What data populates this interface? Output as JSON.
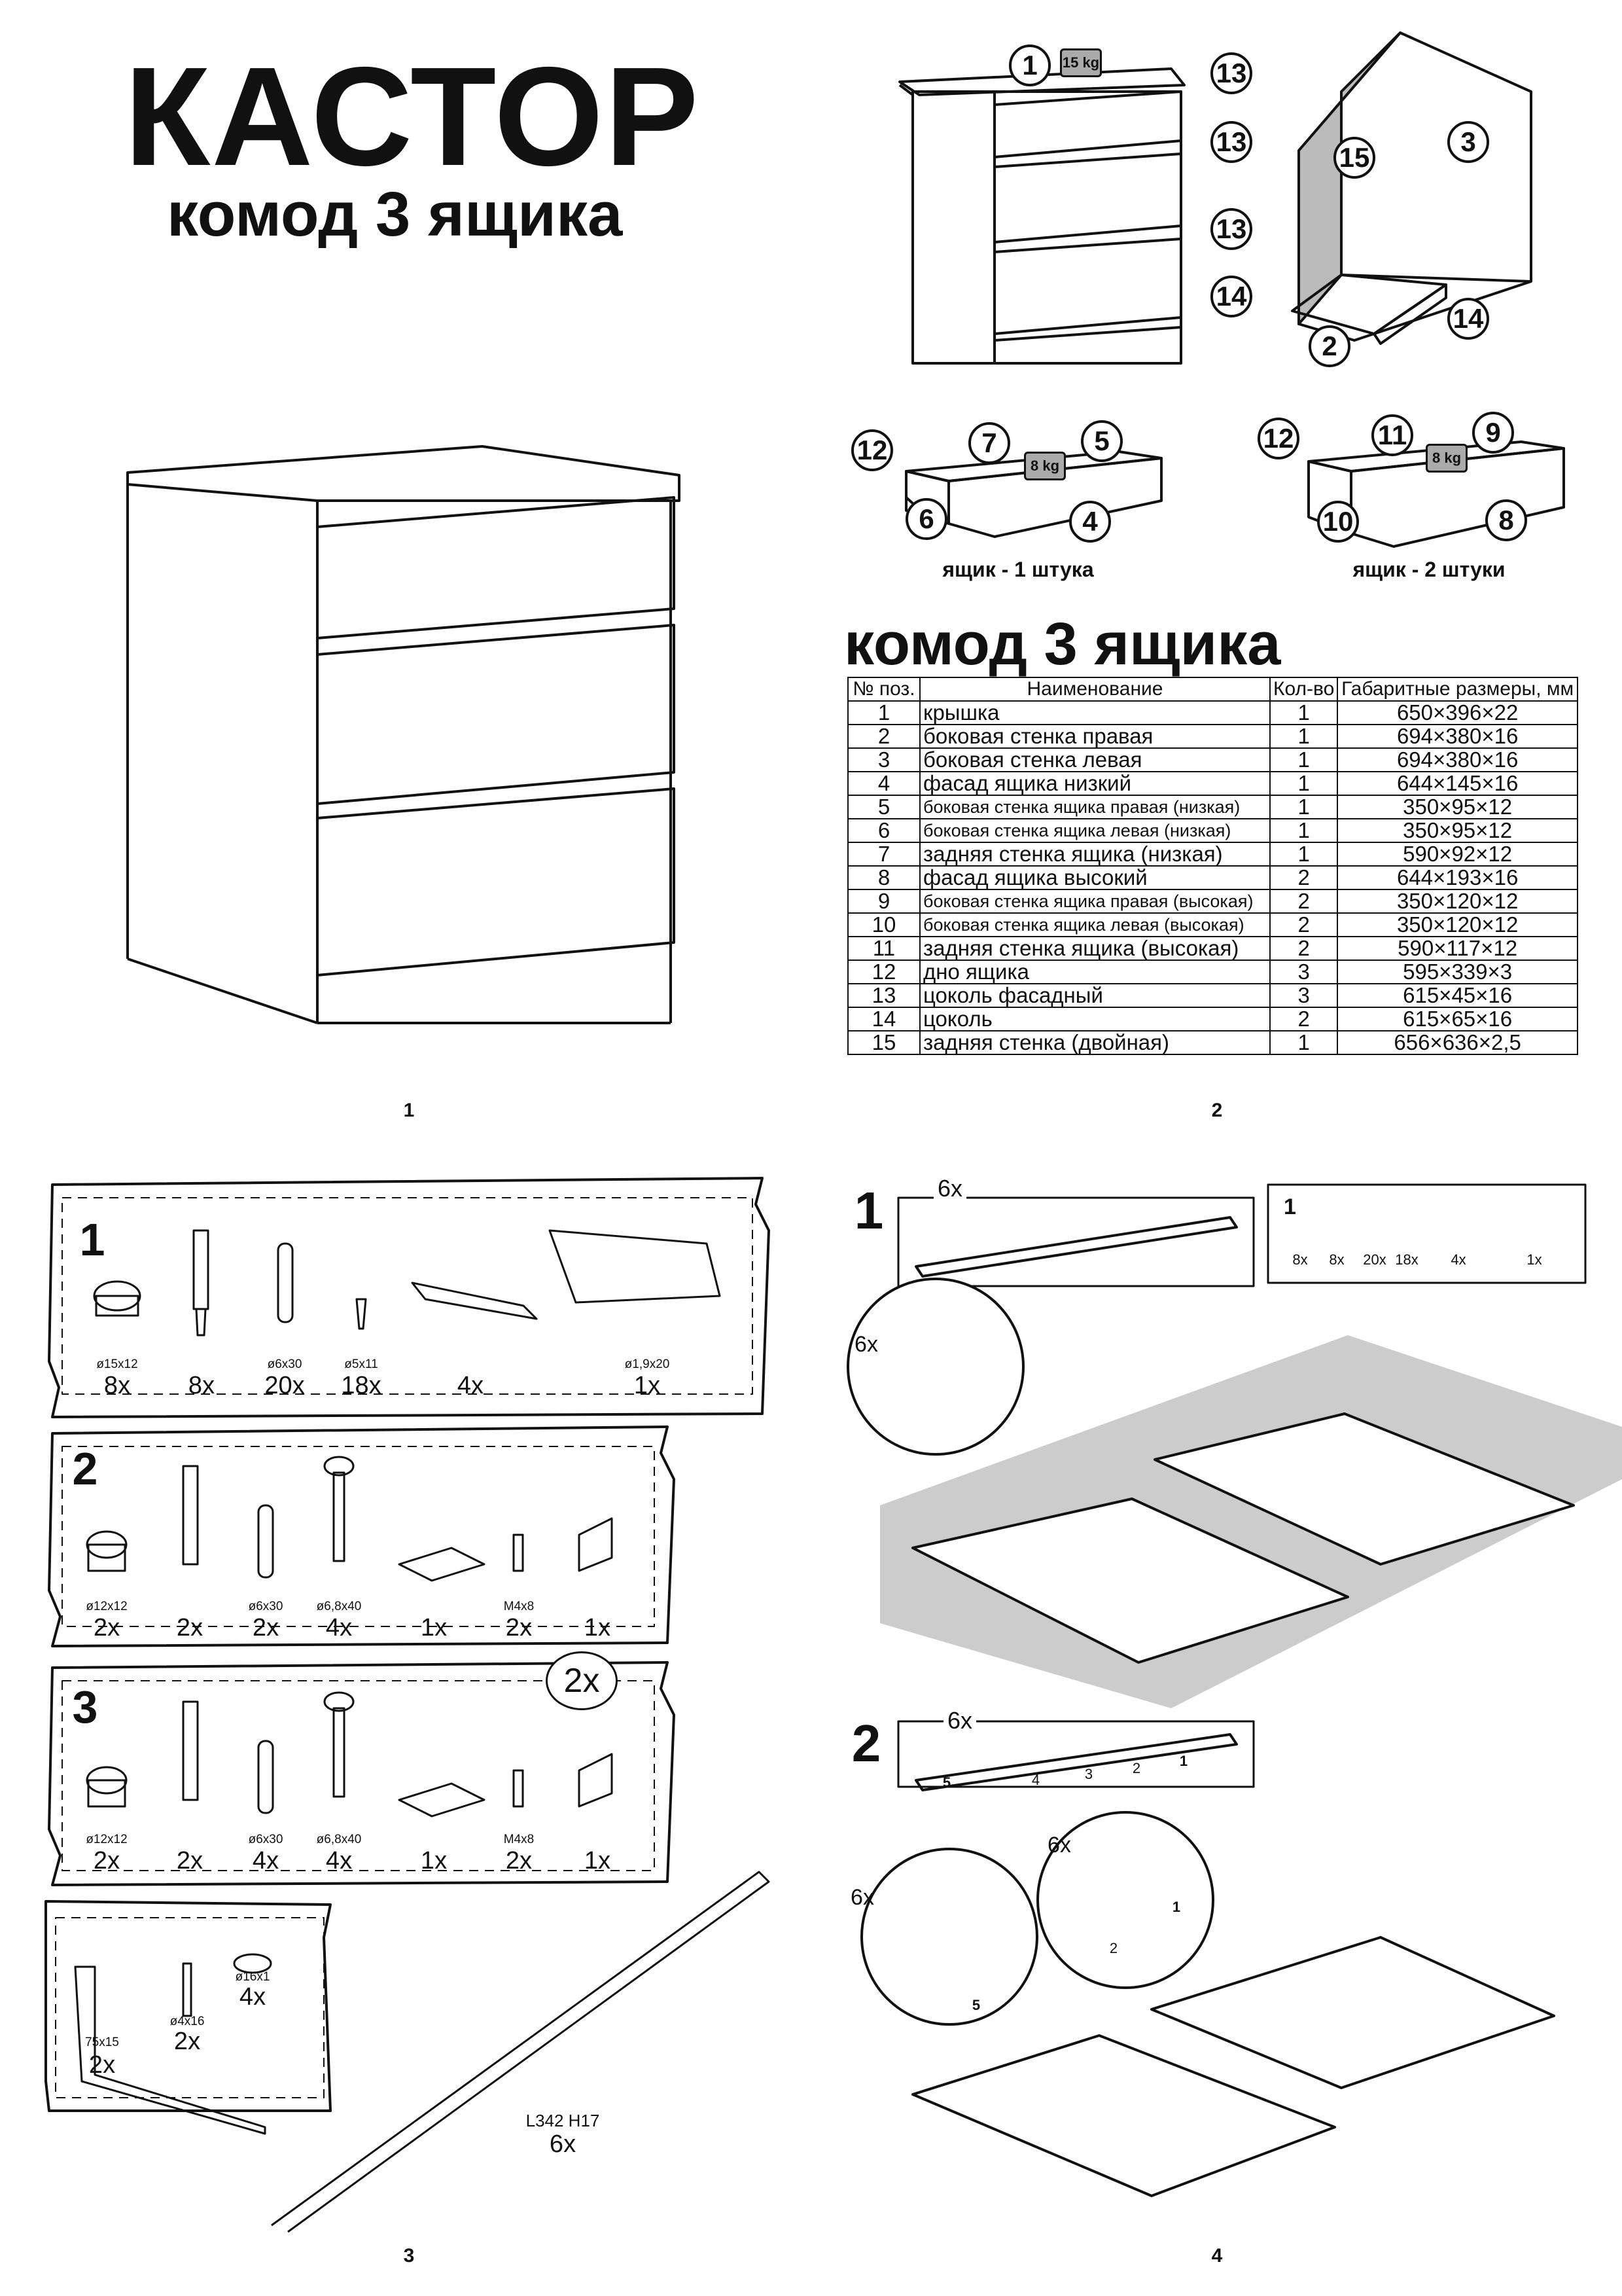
{
  "title": "КАСТОР",
  "subtitle": "комод 3 ящика",
  "page_numbers": [
    "1",
    "2",
    "3",
    "4"
  ],
  "exploded_view": {
    "callouts": [
      "1",
      "13",
      "13",
      "13",
      "3",
      "15",
      "14",
      "2",
      "14"
    ],
    "weight": "15 kg"
  },
  "drawer_small": {
    "callouts": [
      "12",
      "7",
      "5",
      "6",
      "4"
    ],
    "weight": "8 kg",
    "label": "ящик - 1 штука"
  },
  "drawer_large": {
    "callouts": [
      "12",
      "11",
      "9",
      "10",
      "8"
    ],
    "weight": "8 kg",
    "label": "ящик - 2 штуки"
  },
  "parts_table": {
    "heading": "комод 3 ящика",
    "columns": [
      "№ поз.",
      "Наименование",
      "Кол-во",
      "Габаритные размеры, мм"
    ],
    "rows": [
      [
        "1",
        "крышка",
        "1",
        "650×396×22"
      ],
      [
        "2",
        "боковая стенка правая",
        "1",
        "694×380×16"
      ],
      [
        "3",
        "боковая стенка левая",
        "1",
        "694×380×16"
      ],
      [
        "4",
        "фасад ящика низкий",
        "1",
        "644×145×16"
      ],
      [
        "5",
        "боковая стенка ящика правая (низкая)",
        "1",
        "350×95×12"
      ],
      [
        "6",
        "боковая стенка ящика левая (низкая)",
        "1",
        "350×95×12"
      ],
      [
        "7",
        "задняя стенка ящика (низкая)",
        "1",
        "590×92×12"
      ],
      [
        "8",
        "фасад ящика высокий",
        "2",
        "644×193×16"
      ],
      [
        "9",
        "боковая стенка ящика правая (высокая)",
        "2",
        "350×120×12"
      ],
      [
        "10",
        "боковая стенка ящика левая (высокая)",
        "2",
        "350×120×12"
      ],
      [
        "11",
        "задняя стенка ящика (высокая)",
        "2",
        "590×117×12"
      ],
      [
        "12",
        "дно ящика",
        "3",
        "595×339×3"
      ],
      [
        "13",
        "цоколь фасадный",
        "3",
        "615×45×16"
      ],
      [
        "14",
        "цоколь",
        "2",
        "615×65×16"
      ],
      [
        "15",
        "задняя стенка (двойная)",
        "1",
        "656×636×2,5"
      ]
    ]
  },
  "hardware": {
    "bag1": {
      "label": "1",
      "items": [
        {
          "size": "ø15x12",
          "qty": "8x"
        },
        {
          "size": "",
          "qty": "8x"
        },
        {
          "size": "ø6x30",
          "qty": "20x"
        },
        {
          "size": "ø5x11",
          "qty": "18x"
        },
        {
          "size": "",
          "qty": "4x"
        },
        {
          "size": "ø1,9x20",
          "qty": "1x"
        }
      ]
    },
    "bag2": {
      "label": "2",
      "items": [
        {
          "size": "ø12x12",
          "qty": "2x"
        },
        {
          "size": "",
          "qty": "2x"
        },
        {
          "size": "ø6x30",
          "qty": "2x"
        },
        {
          "size": "ø6,8x40",
          "qty": "4x"
        },
        {
          "size": "",
          "qty": "1x"
        },
        {
          "size": "M4x8",
          "qty": "2x"
        },
        {
          "size": "",
          "qty": "1x"
        }
      ]
    },
    "bag3": {
      "label": "3",
      "multiplier": "2x",
      "items": [
        {
          "size": "ø12x12",
          "qty": "2x"
        },
        {
          "size": "",
          "qty": "2x"
        },
        {
          "size": "ø6x30",
          "qty": "4x"
        },
        {
          "size": "ø6,8x40",
          "qty": "4x"
        },
        {
          "size": "",
          "qty": "1x"
        },
        {
          "size": "M4x8",
          "qty": "2x"
        },
        {
          "size": "",
          "qty": "1x"
        }
      ]
    },
    "bag4": {
      "items": [
        {
          "size": "75x15",
          "qty": "2x"
        },
        {
          "size": "ø4x16",
          "qty": "2x"
        },
        {
          "size": "ø16x1",
          "qty": "4x"
        }
      ]
    },
    "rail": {
      "size": "L342 H17",
      "qty": "6x"
    }
  },
  "steps": {
    "step1": {
      "number": "1",
      "rail_qty": "6x",
      "kit_label": "1",
      "kit_qtys": [
        "8x",
        "8x",
        "20x",
        "18x",
        "4x",
        "1x"
      ],
      "detail_qty": "6x"
    },
    "step2": {
      "number": "2",
      "rail_qty": "6x",
      "rail_marks": [
        "5",
        "4",
        "3",
        "2",
        "1"
      ],
      "detail_qty_left": "6x",
      "detail_qty_right": "6x",
      "detail_marks": [
        "5",
        "1",
        "2"
      ]
    }
  }
}
